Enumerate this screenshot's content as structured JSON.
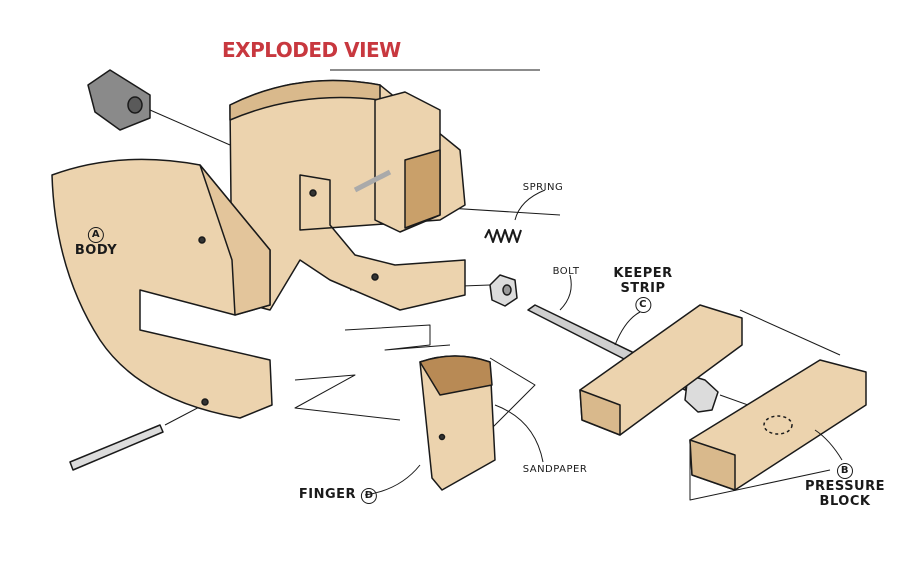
{
  "title": "EXPLODED VIEW",
  "labels": {
    "body": {
      "letter": "A",
      "name": "BODY"
    },
    "spring": "SPRING",
    "bolt": "BOLT",
    "keeper_strip": {
      "letter": "C",
      "line1": "KEEPER",
      "line2": "STRIP"
    },
    "pressure_block": {
      "letter": "B",
      "line1": "PRESSURE",
      "line2": "BLOCK"
    },
    "sandpaper": "SANDPAPER",
    "finger": {
      "letter": "D",
      "name": "FINGER"
    }
  },
  "colors": {
    "title": "#c8383f",
    "wood": "#ecd3ae",
    "wood_dark": "#d9b98c",
    "metal": "#cfcfcf",
    "knob": "#8a8a8a"
  }
}
